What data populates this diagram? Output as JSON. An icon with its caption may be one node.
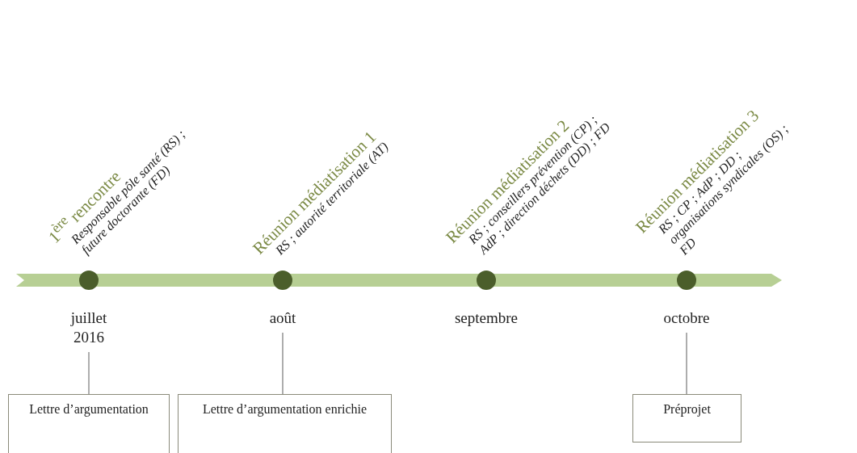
{
  "diagram": {
    "nodes": [
      {
        "text": [
          "juillet 2016"
        ]
      },
      {
        "text": [
          "août"
        ]
      },
      {
        "text": [
          "septembre"
        ]
      },
      {
        "text": [
          "octobre"
        ]
      },
      {
        "text": [
          "Lettre d’argumentation"
        ]
      },
      {
        "text": [
          "Lettre d’argumentation enrichie"
        ]
      },
      {
        "text": [
          "Préprojet"
        ]
      }
    ],
    "edges": [
      {
        "from": 0,
        "to": 4,
        "arrow": "none"
      },
      {
        "from": 1,
        "to": 5,
        "arrow": "none"
      },
      {
        "from": 3,
        "to": 6,
        "arrow": "none"
      }
    ],
    "labels": [
      "1$^{ère}$ rencontre",
      "Responsable pôle santé (RS) ; future doctorante (FD)",
      "Réunion médiatisation 1",
      "RS ; autorité territoriale (AT)",
      "Réunion médiatisation 2",
      "RS ; conseillers prévention (CP) ; AdP ; direction déchets (DD) ; FD",
      "Réunion médiatisation 3",
      "RS ; CP ; AdP ; DD ; organisations syndicales (OS) ; FD"
    ]
  }
}
